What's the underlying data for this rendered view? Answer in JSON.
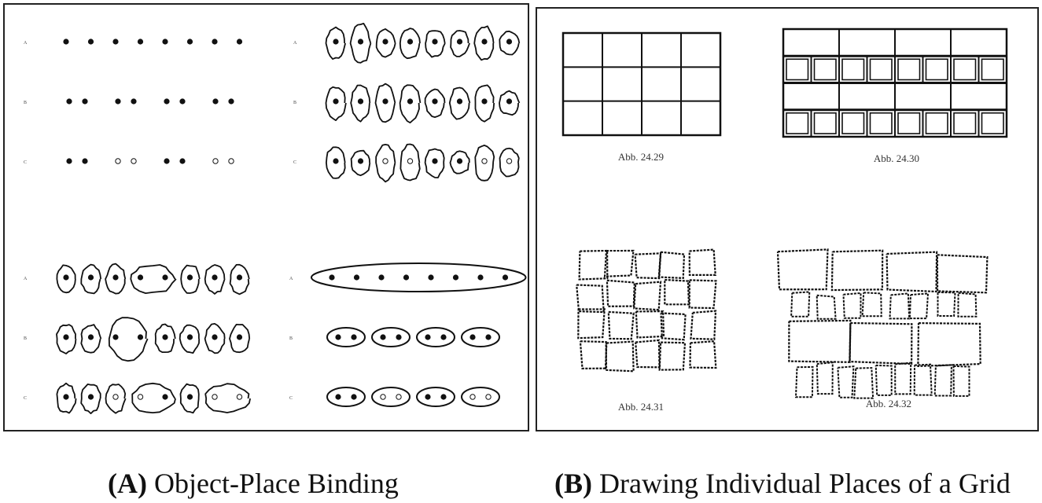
{
  "panel_a": {
    "caption_letter": "(A)",
    "caption_text": "Object-Place Binding",
    "row_labels": [
      "A",
      "B",
      "C"
    ],
    "quadrants": [
      {
        "rows": [
          {
            "dots": [
              "f",
              "f",
              "f",
              "f",
              "f",
              "f",
              "f",
              "f"
            ],
            "groups": [
              8
            ],
            "style": "none"
          },
          {
            "dots": [
              "f",
              "f",
              "f",
              "f",
              "f",
              "f",
              "f",
              "f"
            ],
            "groups": [
              2,
              2,
              2,
              2
            ],
            "style": "none"
          },
          {
            "dots": [
              "f",
              "f",
              "o",
              "o",
              "f",
              "f",
              "o",
              "o"
            ],
            "groups": [
              2,
              2,
              2,
              2
            ],
            "style": "none"
          }
        ]
      },
      {
        "rows": [
          {
            "dots": [
              "f",
              "f",
              "f",
              "f",
              "f",
              "f",
              "f",
              "f"
            ],
            "groups": [
              1,
              1,
              1,
              1,
              1,
              1,
              1,
              1
            ],
            "style": "hand"
          },
          {
            "dots": [
              "f",
              "f",
              "f",
              "f",
              "f",
              "f",
              "f",
              "f"
            ],
            "groups": [
              1,
              1,
              1,
              1,
              1,
              1,
              1,
              1
            ],
            "style": "hand"
          },
          {
            "dots": [
              "f",
              "f",
              "o",
              "o",
              "f",
              "f",
              "o",
              "o"
            ],
            "groups": [
              1,
              1,
              1,
              1,
              1,
              1,
              1,
              1
            ],
            "style": "hand"
          }
        ]
      },
      {
        "rows": [
          {
            "dots": [
              "f",
              "f",
              "f",
              "f",
              "f",
              "f",
              "f",
              "f"
            ],
            "groups": [
              1,
              1,
              1,
              2,
              1,
              1,
              1
            ],
            "style": "hand"
          },
          {
            "dots": [
              "f",
              "f",
              "f",
              "f",
              "f",
              "f",
              "f",
              "f"
            ],
            "groups": [
              1,
              1,
              2,
              1,
              1,
              1,
              1
            ],
            "style": "hand"
          },
          {
            "dots": [
              "f",
              "f",
              "o",
              "o",
              "f",
              "f",
              "o",
              "o"
            ],
            "groups": [
              1,
              1,
              1,
              2,
              1,
              2
            ],
            "style": "hand"
          }
        ]
      },
      {
        "rows": [
          {
            "dots": [
              "f",
              "f",
              "f",
              "f",
              "f",
              "f",
              "f",
              "f"
            ],
            "groups": [
              8
            ],
            "style": "clean"
          },
          {
            "dots": [
              "f",
              "f",
              "f",
              "f",
              "f",
              "f",
              "f",
              "f"
            ],
            "groups": [
              2,
              2,
              2,
              2
            ],
            "style": "clean"
          },
          {
            "dots": [
              "f",
              "f",
              "o",
              "o",
              "f",
              "f",
              "o",
              "o"
            ],
            "groups": [
              2,
              2,
              2,
              2
            ],
            "style": "clean"
          }
        ]
      }
    ]
  },
  "panel_b": {
    "caption_letter": "(B)",
    "caption_text": "Drawing Individual Places of a Grid",
    "figures": [
      {
        "label": "Abb. 24.29",
        "kind": "grid-4x3"
      },
      {
        "label": "Abb. 24.30",
        "kind": "brick-wall"
      },
      {
        "label": "Abb. 24.31",
        "kind": "hand-grid"
      },
      {
        "label": "Abb. 24.32",
        "kind": "hand-brick"
      }
    ]
  }
}
